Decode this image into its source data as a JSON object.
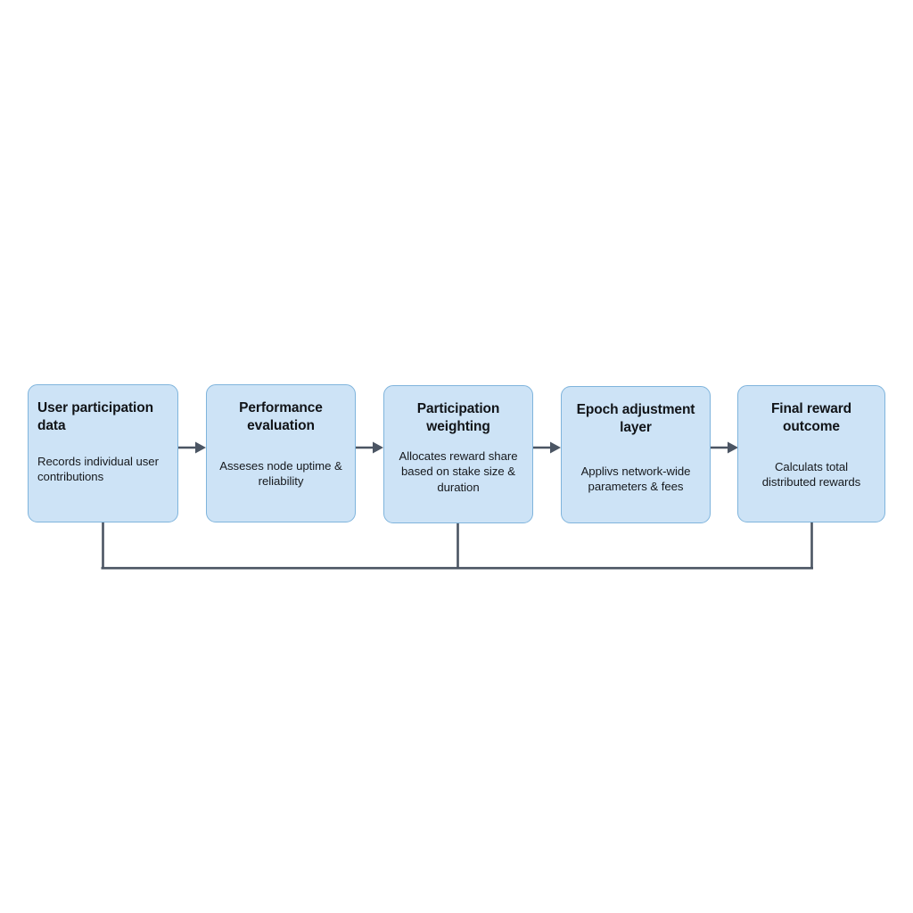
{
  "diagram": {
    "type": "flow-diagram",
    "orientation": "horizontal-left-to-right",
    "background_color": "#ffffff",
    "node_fill_color": "#cde3f6",
    "node_border_color": "#7fb4dc",
    "connector_color": "#4b5563",
    "title_text_color": "#111418",
    "body_text_color": "#16191d",
    "nodes": [
      {
        "id": "user-participation-data",
        "title": "User participation data",
        "description": "Records individual user contributions"
      },
      {
        "id": "performance-evaluation",
        "title": "Performance evaluation",
        "description": "Asseses node uptime & reliability"
      },
      {
        "id": "participation-weighting",
        "title": "Participation weighting",
        "description": "Allocates reward share based on stake size & duration"
      },
      {
        "id": "epoch-adjustment-layer",
        "title": "Epoch adjustment layer",
        "description": "Applivs network-wide parameters & fees"
      },
      {
        "id": "final-reward-outcome",
        "title": "Final reward outcome",
        "description": "Calculats total distributed rewards"
      }
    ],
    "connectors": [
      {
        "id": "arrow-1-2",
        "from": "user-participation-data",
        "to": "performance-evaluation",
        "style": "solid-arrow"
      },
      {
        "id": "arrow-2-3",
        "from": "performance-evaluation",
        "to": "participation-weighting",
        "style": "solid-arrow"
      },
      {
        "id": "arrow-3-4",
        "from": "participation-weighting",
        "to": "epoch-adjustment-layer",
        "style": "solid-arrow"
      },
      {
        "id": "arrow-4-5",
        "from": "epoch-adjustment-layer",
        "to": "final-reward-outcome",
        "style": "solid-arrow"
      }
    ],
    "feedback_loop": {
      "id": "feedback-bus",
      "style": "solid-line-no-arrowhead",
      "taps": [
        "user-participation-data",
        "participation-weighting",
        "final-reward-outcome"
      ]
    }
  }
}
